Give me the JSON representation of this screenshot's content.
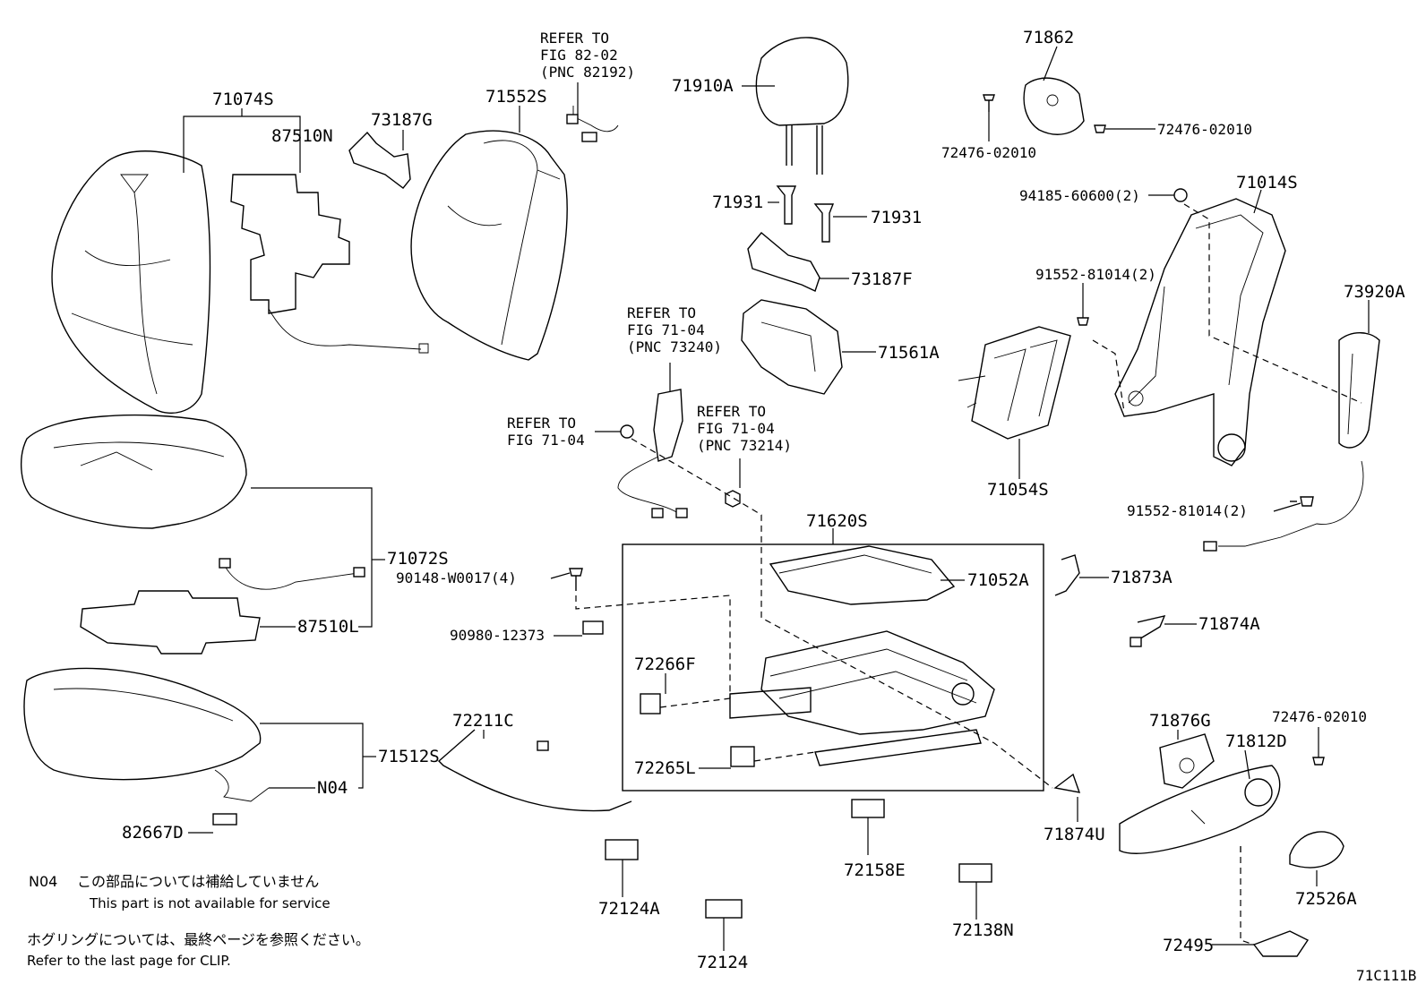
{
  "labels": {
    "p71074S": "71074S",
    "p87510N": "87510N",
    "p73187G": "73187G",
    "ref1_l1": "REFER TO",
    "ref1_l2": "FIG 82-02",
    "ref1_l3": "(PNC 82192)",
    "p71552S": "71552S",
    "p71910A": "71910A",
    "p71862": "71862",
    "p72476a": "72476-02010",
    "p72476b": "72476-02010",
    "p71931a": "71931",
    "p71931b": "71931",
    "p73187F": "73187F",
    "p94185": "94185-60600(2)",
    "p71014S": "71014S",
    "p91552a": "91552-81014(2)",
    "p73920A": "73920A",
    "ref2_l1": "REFER TO",
    "ref2_l2": "FIG 71-04",
    "ref2_l3": "(PNC 73240)",
    "p71561A": "71561A",
    "ref3_l1": "REFER TO",
    "ref3_l2": "FIG 71-04",
    "ref4_l1": "REFER TO",
    "ref4_l2": "FIG 71-04",
    "ref4_l3": "(PNC 73214)",
    "p71054S": "71054S",
    "p91552b": "91552-81014(2)",
    "p71620S": "71620S",
    "p71072S": "71072S",
    "p90148": "90148-W0017(4)",
    "p71052A": "71052A",
    "p71873A": "71873A",
    "p87510L": "87510L",
    "p71874A": "71874A",
    "p90980": "90980-12373",
    "p72266F": "72266F",
    "p72211C": "72211C",
    "p71876G": "71876G",
    "p72476c": "72476-02010",
    "p71512S": "71512S",
    "p71812D": "71812D",
    "pN04": "N04",
    "p72265L": "72265L",
    "p82667D": "82667D",
    "p71874U": "71874U",
    "p72158E": "72158E",
    "p72526A": "72526A",
    "p72124A": "72124A",
    "p72138N": "72138N",
    "p72495": "72495",
    "p72124": "72124",
    "fig_code": "71C111B"
  },
  "notes": {
    "n04_code": "N04",
    "n04_jp": "この部品については補給していません",
    "n04_en": "This part is not available for service",
    "clip_jp": "ホグリングについては、最終ページを参照ください。",
    "clip_en": "Refer to the last page for CLIP."
  }
}
